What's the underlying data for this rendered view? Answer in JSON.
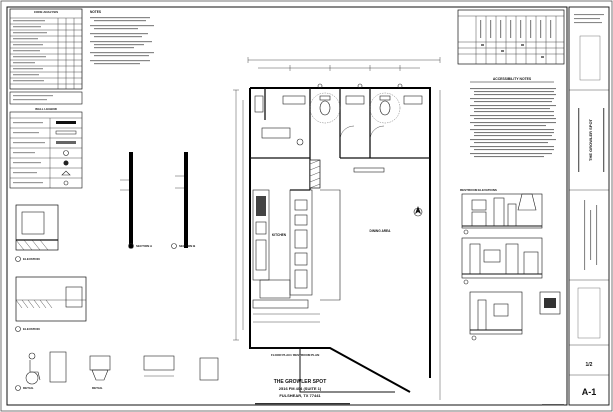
{
  "general_notes": {
    "title": "NOTES"
  },
  "code_table": {
    "title": "CODE ANALYSIS"
  },
  "legend": {
    "title": "WALL LEGEND"
  },
  "details": {
    "d1": "SECTION A",
    "d2": "SECTION B",
    "d3": "ELEVATION",
    "d4": "ELEVATION",
    "d5": "DETAIL",
    "d6": "DETAIL"
  },
  "plan": {
    "room_dining": "DINING AREA",
    "room_kitchen": "KITCHEN",
    "restaurant_name": "THE GROWLER SPOT",
    "address_line1": "2516 FM 404 (SUITE 1)",
    "address_line2": "FULSHEAR, TX 77441",
    "caption": "FLOOR PLAN / RESTROOM PLAN"
  },
  "ada_notes": {
    "title": "ACCESSIBILITY NOTES"
  },
  "elevations": {
    "title": "RESTROOM ELEVATIONS"
  },
  "title_block": {
    "project_name": "THE GROWLER SPOT",
    "sheet_number": "A-1",
    "sheet_count": "1/2"
  },
  "colors": {
    "ink": "#111111",
    "paper": "#ffffff",
    "note_gray": "#555555"
  },
  "icons": [
    "north-arrow-icon",
    "wheelchair-icon",
    "company-logo-stamp"
  ]
}
